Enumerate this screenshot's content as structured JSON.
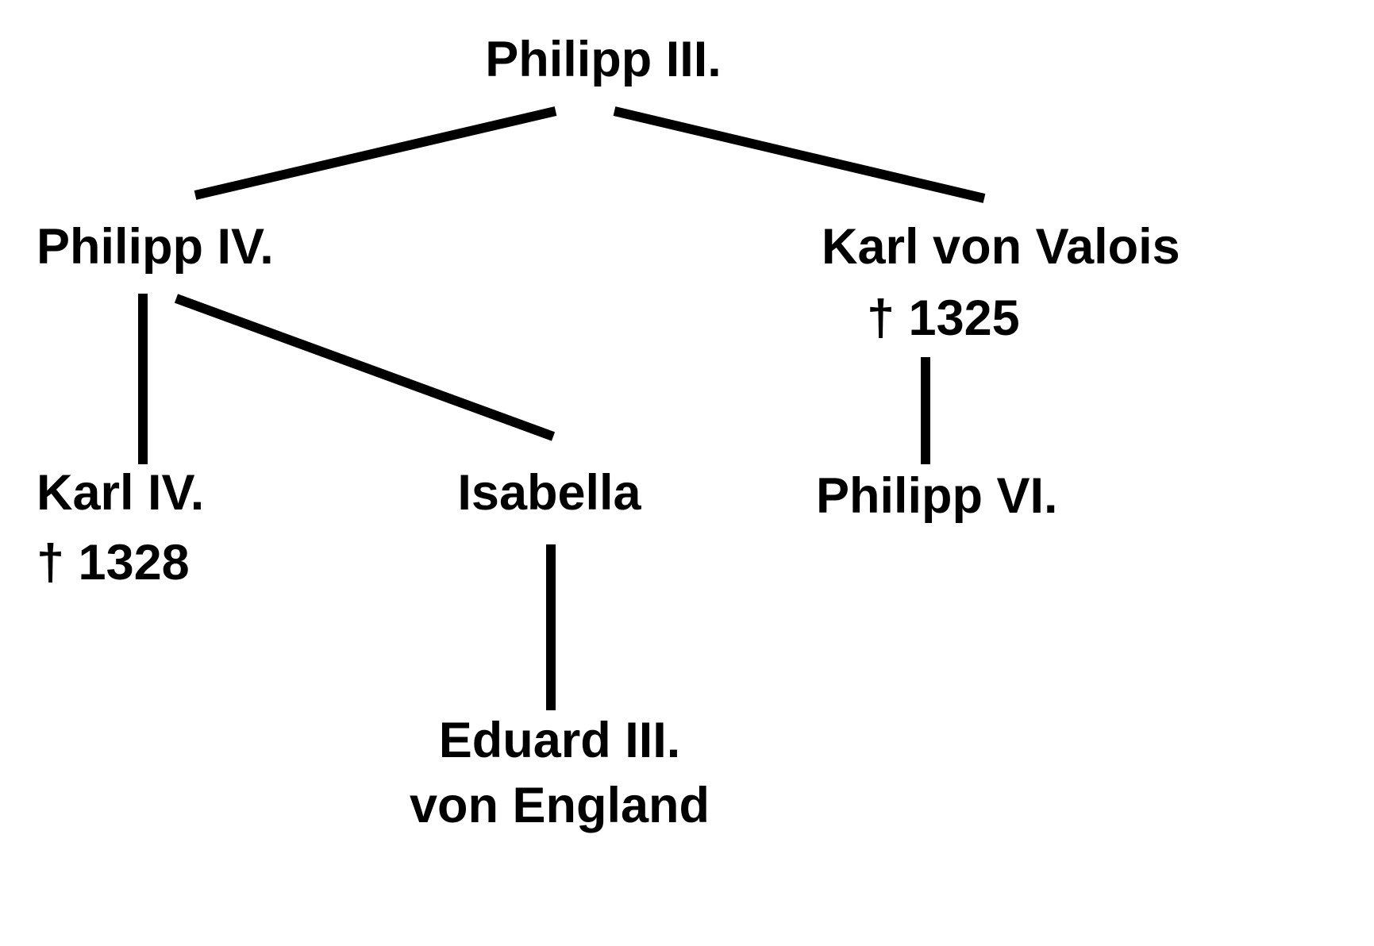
{
  "diagram": {
    "type": "family-tree",
    "nodes": {
      "philipp3": {
        "label": "Philipp III."
      },
      "philipp4": {
        "label": "Philipp IV."
      },
      "karl_von_valois": {
        "label": "Karl von Valois",
        "death": "† 1325"
      },
      "karl4": {
        "label": "Karl IV.",
        "death": "† 1328"
      },
      "isabella": {
        "label": "Isabella"
      },
      "philipp6": {
        "label": "Philipp VI."
      },
      "eduard3": {
        "label": "Eduard III.",
        "label2": "von England"
      }
    },
    "edges": [
      {
        "from": "philipp3",
        "to": "philipp4"
      },
      {
        "from": "philipp3",
        "to": "karl_von_valois"
      },
      {
        "from": "philipp4",
        "to": "karl4"
      },
      {
        "from": "philipp4",
        "to": "isabella"
      },
      {
        "from": "karl_von_valois",
        "to": "philipp6"
      },
      {
        "from": "isabella",
        "to": "eduard3"
      }
    ],
    "colors": {
      "text": "#000000",
      "line": "#000000",
      "background": "#ffffff"
    }
  }
}
